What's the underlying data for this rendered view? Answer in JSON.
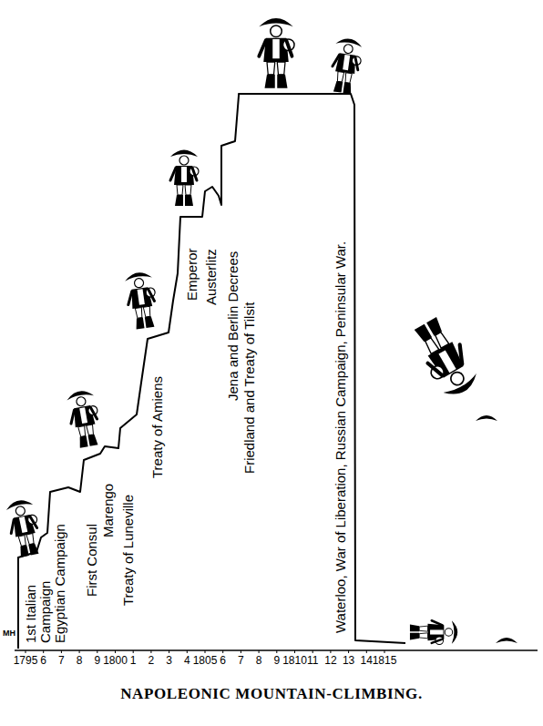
{
  "diagram": {
    "caption": "NAPOLEONIC MOUNTAIN-CLIMBING.",
    "labels": [
      "MH",
      "1st Italian Campaign",
      "Egyptian Campaign",
      "First Consul",
      "Marengo",
      "Treaty of Luneville",
      "Treaty of Amiens",
      "Emperor",
      "Austerlitz",
      "Jena and Berlin Decrees",
      "Friedland and Treaty of Tilsit",
      "Waterloo, War of Liberation, Russian Campaign, Peninsular War.",
      "1795",
      "6",
      "7",
      "8",
      "9",
      "1800",
      "1",
      "2",
      "3",
      "4",
      "1805",
      "6",
      "7",
      "8",
      "9",
      "1810",
      "11",
      "12",
      "13",
      "14",
      "1815"
    ]
  }
}
